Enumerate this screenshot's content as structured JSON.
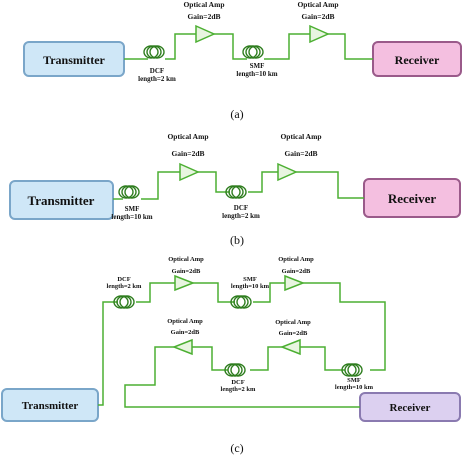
{
  "captions": {
    "a": "(a)",
    "b": "(b)",
    "c": "(c)"
  },
  "labels": {
    "transmitter": "Transmitter",
    "receiver": "Receiver",
    "optical_amp": "Optical Amp",
    "gain": "Gain=2dB",
    "dcf": "DCF",
    "dcf_length": "length=2 km",
    "smf": "SMF",
    "smf_length_a": "length=10 km",
    "smf_length_b": "length=10 km",
    "smf_length_c": "length=10 km"
  },
  "colors": {
    "wire": "#4caf32",
    "transmitter_fill": "#cfe7f7",
    "transmitter_stroke": "#7aa6c9",
    "receiver_fill": "#f4bfe0",
    "receiver_stroke": "#9a5a8a",
    "amp_stroke": "#4caf32",
    "coil_stroke": "#4caf32"
  }
}
